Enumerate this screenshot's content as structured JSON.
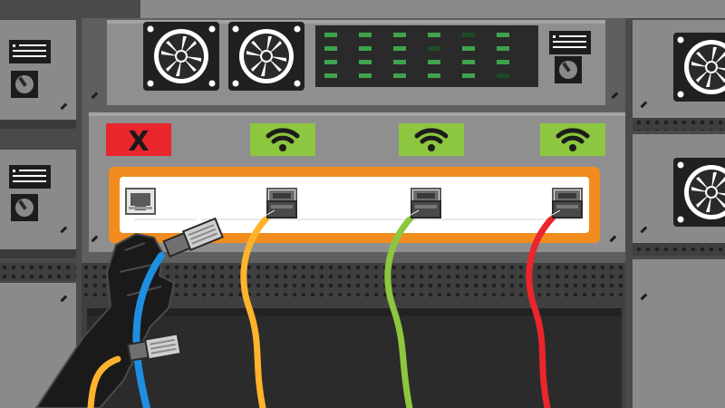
{
  "colors": {
    "rack_dark": "#3b3b3b",
    "rack_mid": "#6b6b6b",
    "rack_light": "#8c8c8c",
    "panel_orange": "#f28c1e",
    "status_ok": "#8dc63f",
    "status_error": "#e8262c",
    "cable_blue": "#1e8fe0",
    "cable_yellow": "#ffb32c",
    "cable_green": "#8dc63f",
    "cable_red": "#e8262c",
    "led_green": "#3fa34d"
  },
  "switch": {
    "ports": [
      {
        "status": "error",
        "status_label": "X",
        "icon": "x-mark-icon",
        "cable": "none"
      },
      {
        "status": "connected",
        "icon": "wifi-signal-icon",
        "cable": "yellow"
      },
      {
        "status": "connected",
        "icon": "wifi-signal-icon",
        "cable": "green"
      },
      {
        "status": "connected",
        "icon": "wifi-signal-icon",
        "cable": "red"
      }
    ]
  },
  "hand": {
    "icon": "gloved-hand-icon",
    "holding": [
      "blue-cable-plug",
      "yellow-cable-plug"
    ]
  }
}
